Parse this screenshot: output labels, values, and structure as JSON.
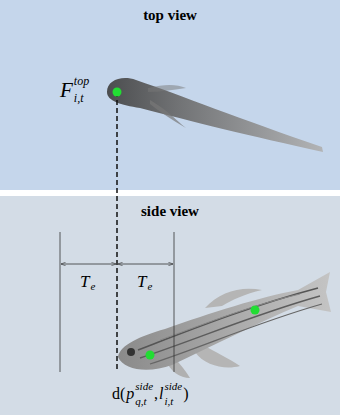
{
  "diagram": {
    "nodes": [
      {
        "text": [
          "top view"
        ]
      },
      {
        "text": [
          "side view"
        ]
      }
    ],
    "labels": [
      "F",
      "top",
      "i,t",
      "T",
      "e",
      "T",
      "e",
      "d(",
      "p",
      "side",
      "q,t",
      ",",
      "l",
      "side",
      "i,t",
      ")"
    ]
  }
}
